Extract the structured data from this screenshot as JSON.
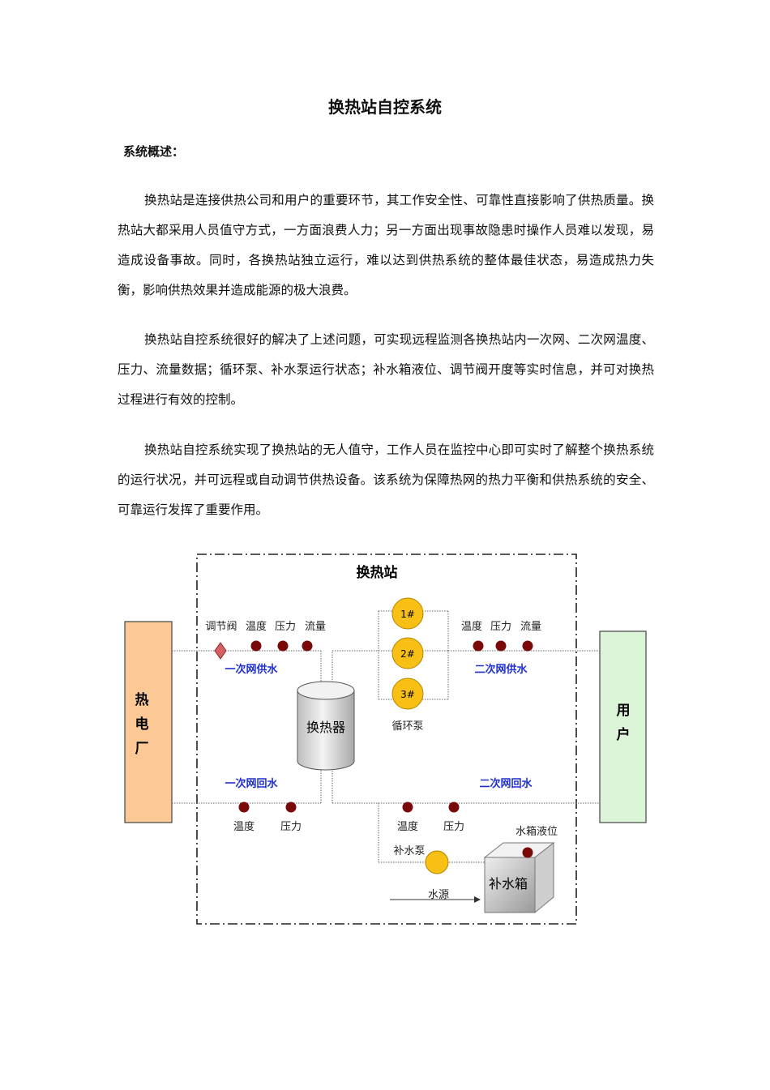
{
  "document": {
    "title": "换热站自控系统",
    "section_heading": "系统概述：",
    "paragraphs": [
      "换热站是连接供热公司和用户的重要环节，其工作安全性、可靠性直接影响了供热质量。换热站大都采用人员值守方式，一方面浪费人力；另一方面出现事故隐患时操作人员难以发现，易造成设备事故。同时，各换热站独立运行，难以达到供热系统的整体最佳状态，易造成热力失衡，影响供热效果并造成能源的极大浪费。",
      "换热站自控系统很好的解决了上述问题，可实现远程监测各换热站内一次网、二次网温度、压力、流量数据；循环泵、补水泵运行状态；补水箱液位、调节阀开度等实时信息，并可对换热过程进行有效的控制。",
      "换热站自控系统实现了换热站的无人值守，工作人员在监控中心即可实时了解整个换热系统的运行状况，并可远程或自动调节供热设备。该系统为保障热网的热力平衡和供热系统的安全、可靠运行发挥了重要作用。"
    ]
  },
  "diagram": {
    "station_label": "换热站",
    "plant_label": [
      "热",
      "电",
      "厂"
    ],
    "user_label": [
      "用",
      "户"
    ],
    "exchanger_label": "换热器",
    "circ_pump_label": "循环泵",
    "pumps": [
      "1#",
      "2#",
      "3#"
    ],
    "primary_supply": "一次网供水",
    "secondary_supply": "二次网供水",
    "primary_return": "一次网回水",
    "secondary_return": "二次网回水",
    "valve_label": "调节阀",
    "sensors_top_left": [
      "温度",
      "压力",
      "流量"
    ],
    "sensors_top_right": [
      "温度",
      "压力",
      "流量"
    ],
    "sensors_bottom_left": [
      "温度",
      "压力"
    ],
    "sensors_bottom_right": [
      "温度",
      "压力"
    ],
    "tank_level_label": "水箱液位",
    "makeup_pump_label": "补水泵",
    "makeup_tank_label": "补水箱",
    "water_source_label": "水源",
    "colors": {
      "plant_fill": "#fcc896",
      "user_fill": "#dcf5d8",
      "pump_fill": "#f8c015",
      "sensor_fill": "#7a0a0a",
      "valve_fill": "#d46060",
      "label_blue": "#1f2fd0"
    }
  }
}
